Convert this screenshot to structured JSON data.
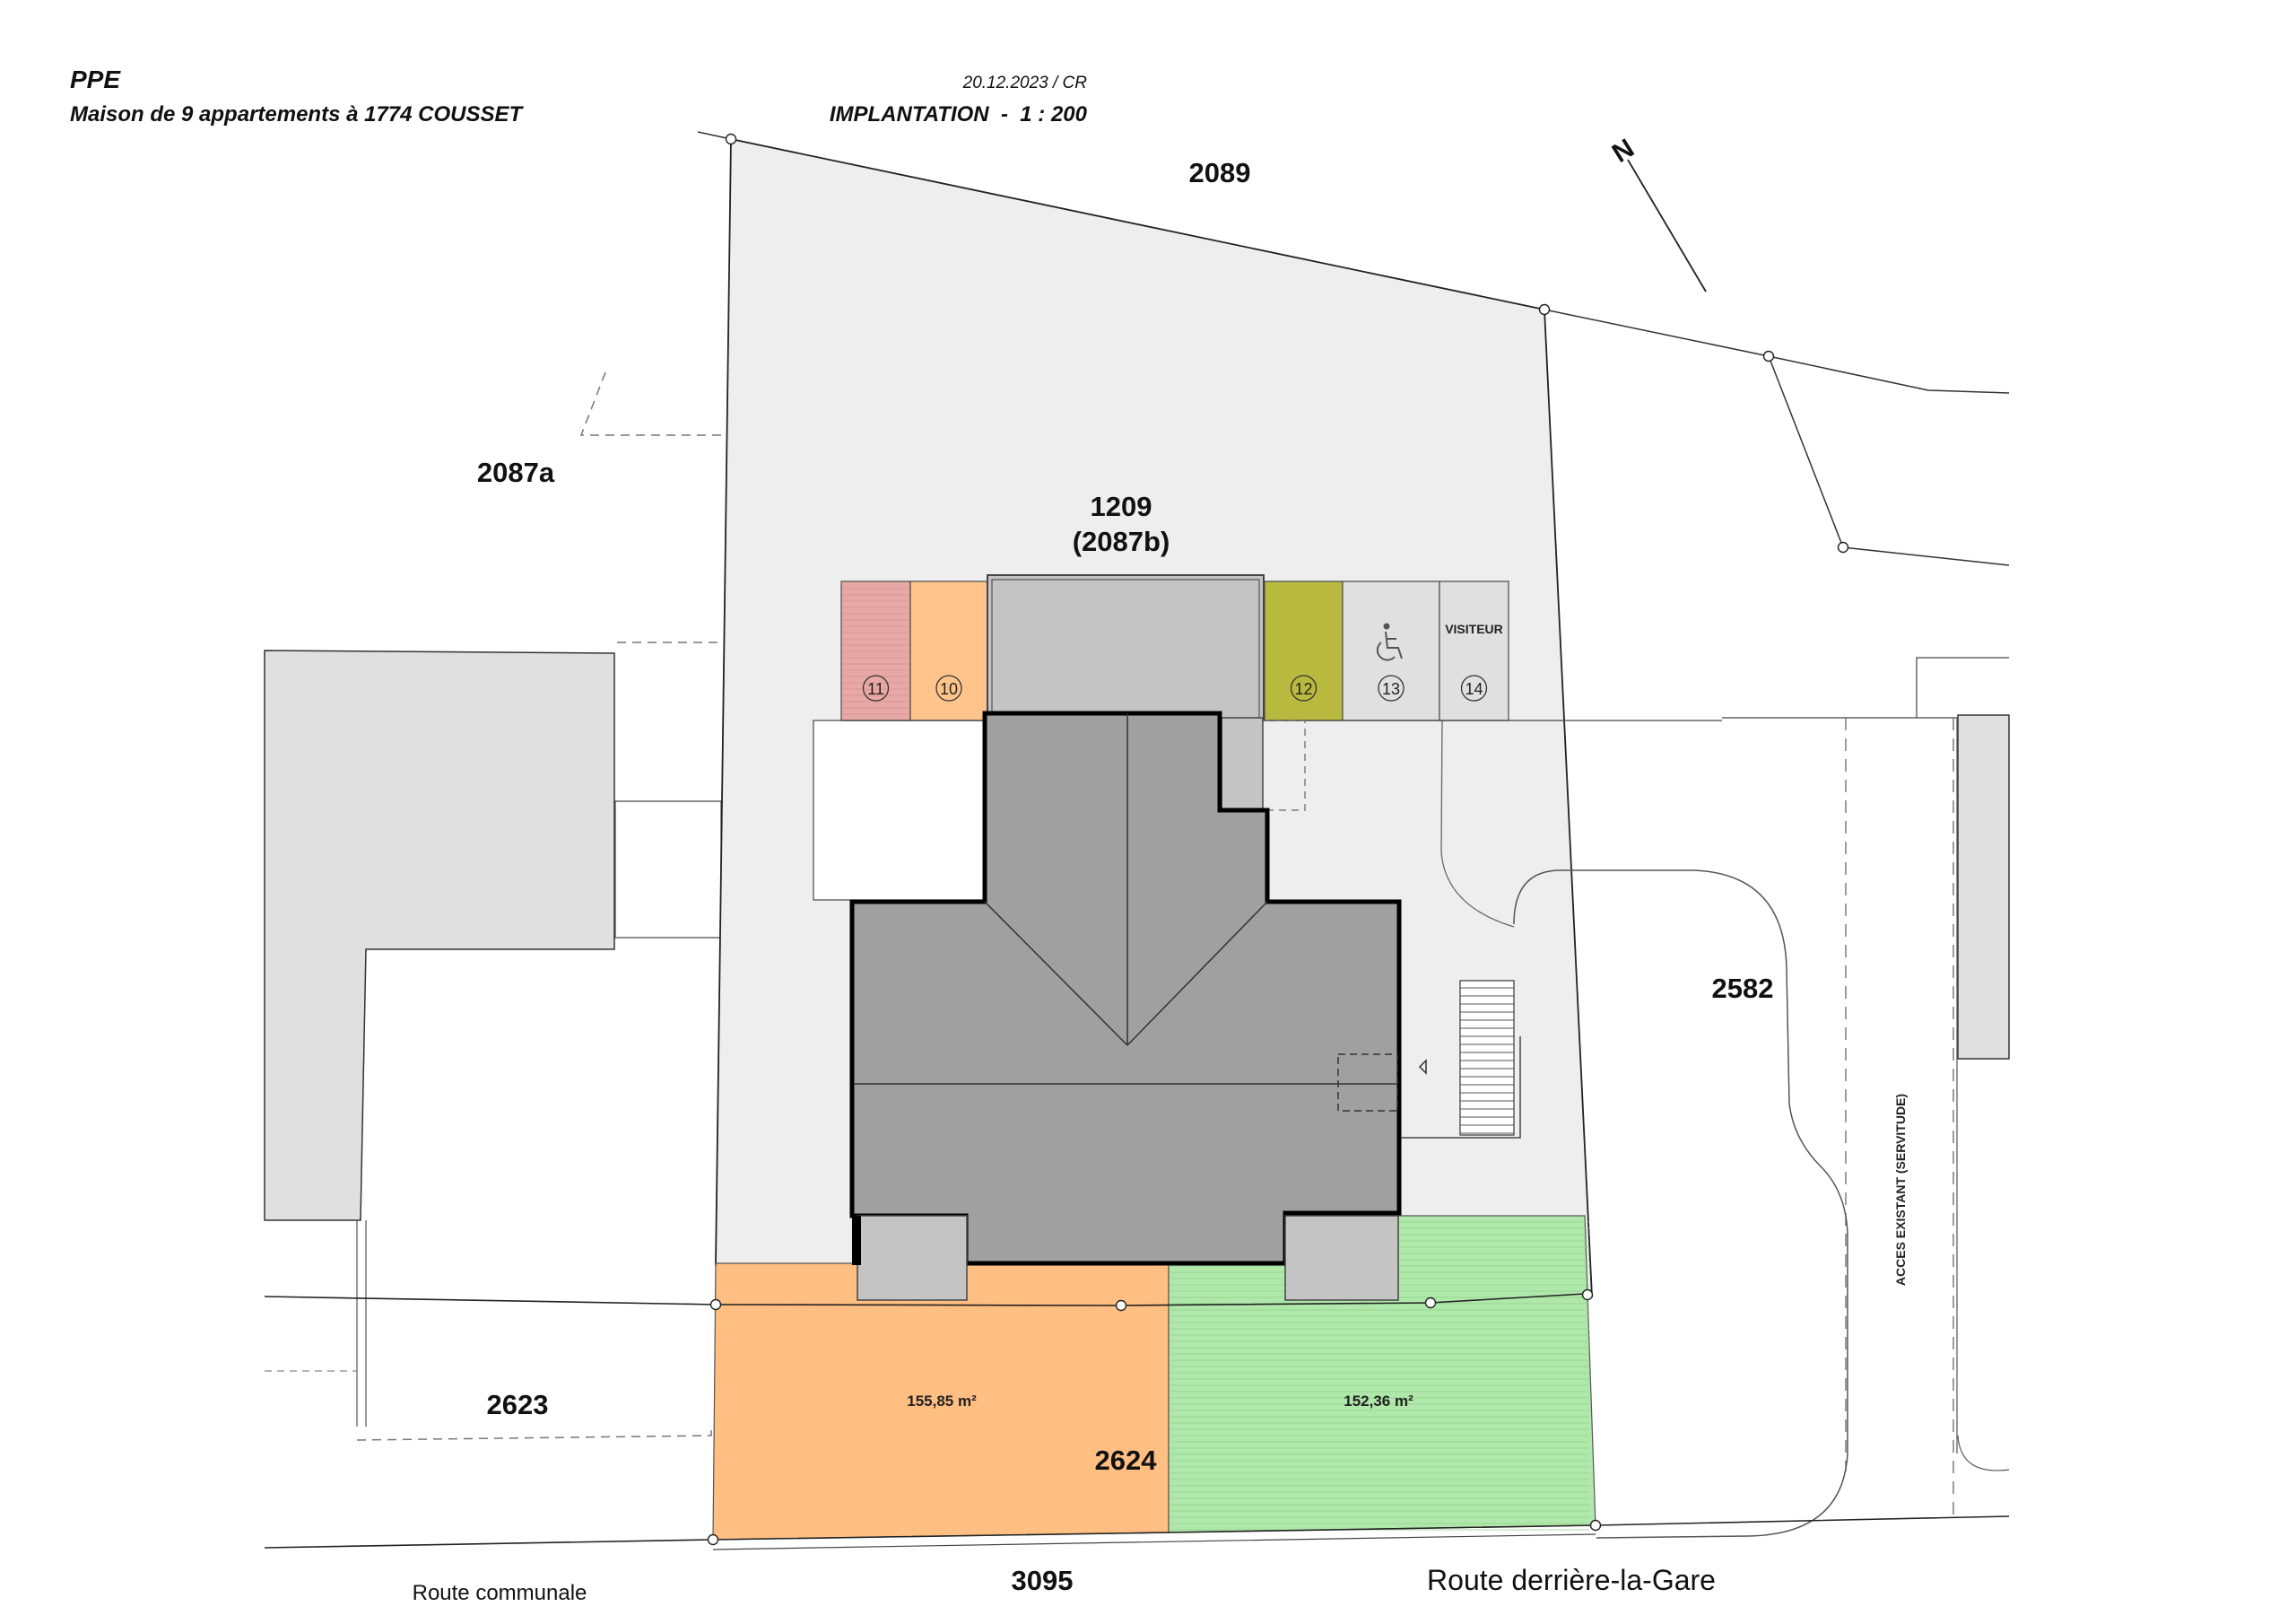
{
  "header": {
    "title": "PPE",
    "subtitle": "Maison de 9 appartements à 1774 COUSSET",
    "date_author": "20.12.2023 / CR",
    "plan_type": "IMPLANTATION  -  1 : 200"
  },
  "north_arrow": {
    "label": "N"
  },
  "parcels": {
    "p2089": "2089",
    "p2087a": "2087a",
    "p1209": "1209",
    "p2087b": "(2087b)",
    "p2582": "2582",
    "p2623": "2623",
    "p2624": "2624",
    "p3095": "3095"
  },
  "parking": {
    "spots": [
      {
        "label": "11",
        "color": "#e8a9a6"
      },
      {
        "label": "10",
        "color": "#ffc48c"
      },
      {
        "label": "12",
        "color": "#b9b93f"
      },
      {
        "label": "13",
        "color": "#e0e0e0",
        "icon": "wheelchair-icon"
      },
      {
        "label": "14",
        "color": "#e0e0e0"
      }
    ],
    "visitor_label": "VISITEUR"
  },
  "gardens": {
    "left_area": "155,85 m²",
    "left_color": "#ffbe82",
    "right_area": "152,36 m²",
    "right_color": "#b0e8ab"
  },
  "access_label": "ACCES EXISTANT (SERVITUDE)",
  "roads": {
    "communal": "Route communale",
    "gare": "Route derrière-la-Gare"
  },
  "colors": {
    "plot": "#eeeeee",
    "roof": "#a0a0a0",
    "neighbor": "#e0e0e0",
    "carport": "#c4c4c4"
  }
}
